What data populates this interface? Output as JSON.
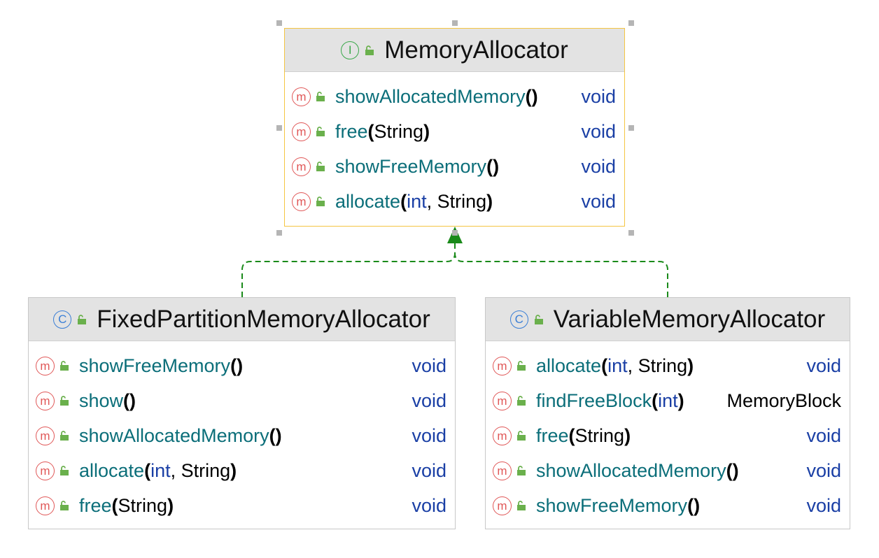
{
  "diagram": {
    "interface": {
      "name": "MemoryAllocator",
      "kind_icon": "I",
      "methods": [
        {
          "name": "showAllocatedMemory",
          "params": [],
          "return": "void"
        },
        {
          "name": "free",
          "params": [
            "String"
          ],
          "return": "void"
        },
        {
          "name": "showFreeMemory",
          "params": [],
          "return": "void"
        },
        {
          "name": "allocate",
          "params": [
            "int",
            "String"
          ],
          "return": "void"
        }
      ]
    },
    "classes": [
      {
        "name": "FixedPartitionMemoryAllocator",
        "kind_icon": "C",
        "methods": [
          {
            "name": "showFreeMemory",
            "params": [],
            "return": "void"
          },
          {
            "name": "show",
            "params": [],
            "return": "void"
          },
          {
            "name": "showAllocatedMemory",
            "params": [],
            "return": "void"
          },
          {
            "name": "allocate",
            "params": [
              "int",
              "String"
            ],
            "return": "void"
          },
          {
            "name": "free",
            "params": [
              "String"
            ],
            "return": "void"
          }
        ]
      },
      {
        "name": "VariableMemoryAllocator",
        "kind_icon": "C",
        "methods": [
          {
            "name": "allocate",
            "params": [
              "int",
              "String"
            ],
            "return": "void"
          },
          {
            "name": "findFreeBlock",
            "params": [
              "int"
            ],
            "return": "MemoryBlock"
          },
          {
            "name": "free",
            "params": [
              "String"
            ],
            "return": "void"
          },
          {
            "name": "showAllocatedMemory",
            "params": [],
            "return": "void"
          },
          {
            "name": "showFreeMemory",
            "params": [],
            "return": "void"
          }
        ]
      }
    ],
    "method_icon": "m",
    "primitive_types": [
      "int",
      "void"
    ],
    "colors": {
      "method_name": "#0b6e79",
      "primitive_type": "#1a3fa5",
      "method_icon": "#e05757",
      "interface_icon": "#3aa84a",
      "class_icon": "#3b7fd6",
      "realization_edge": "#1a8a1a",
      "selection": "#f5c542"
    }
  }
}
